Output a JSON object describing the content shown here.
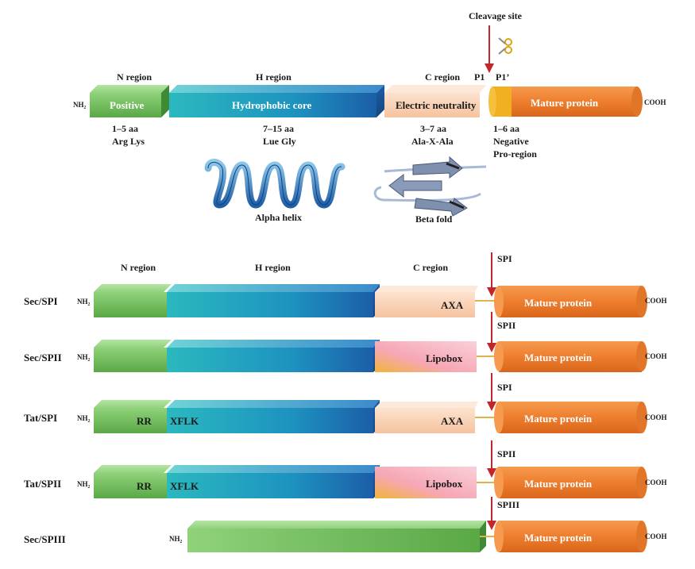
{
  "top": {
    "cleavage_label": "Cleavage site",
    "n_region": {
      "title": "N region",
      "inner": "Positive",
      "line1": "1–5 aa",
      "line2": "Arg  Lys"
    },
    "h_region": {
      "title": "H region",
      "inner": "Hydrophobic core",
      "line1": "7–15 aa",
      "line2": "Lue Gly"
    },
    "c_region": {
      "title": "C region",
      "inner": "Electric neutrality",
      "line1": "3–7 aa",
      "line2": "Ala-X-Ala"
    },
    "p1": "P1",
    "p1_prime": "P1’",
    "mature": {
      "inner": "Mature protein",
      "line1": "1–6 aa",
      "line2": "Negative",
      "line3": "Pro-region"
    },
    "nh2": "NH₂",
    "cooh": "COOH",
    "alpha_helix": "Alpha helix",
    "beta_fold": "Beta fold"
  },
  "bottom": {
    "headers": {
      "n": "N region",
      "h": "H region",
      "c": "C region"
    },
    "nh2": "NH₂",
    "cooh": "COOH",
    "mature_label": "Mature protein",
    "rows": [
      {
        "name": "Sec/SPI",
        "n_text": "",
        "h_text": "",
        "c_text": "AXA",
        "c_style": "peach",
        "peptidase": "SPI"
      },
      {
        "name": "Sec/SPII",
        "n_text": "",
        "h_text": "",
        "c_text": "Lipobox",
        "c_style": "lipo",
        "peptidase": "SPII"
      },
      {
        "name": "Tat/SPI",
        "n_text": "RR",
        "h_text": "XFLK",
        "c_text": "AXA",
        "c_style": "peach",
        "peptidase": "SPI"
      },
      {
        "name": "Tat/SPII",
        "n_text": "RR",
        "h_text": "XFLK",
        "c_text": "Lipobox",
        "c_style": "lipo",
        "peptidase": "SPII"
      },
      {
        "name": "Sec/SPIII",
        "n_text": "",
        "h_text": "",
        "c_text": "",
        "c_style": "none",
        "peptidase": "SPIII"
      }
    ]
  },
  "colors": {
    "n_region": "#6fb95a",
    "h_region": "#1fa7b8",
    "c_region": "#f8cfb0",
    "mature": "#ef7f2f",
    "arrow": "#c0272d"
  }
}
